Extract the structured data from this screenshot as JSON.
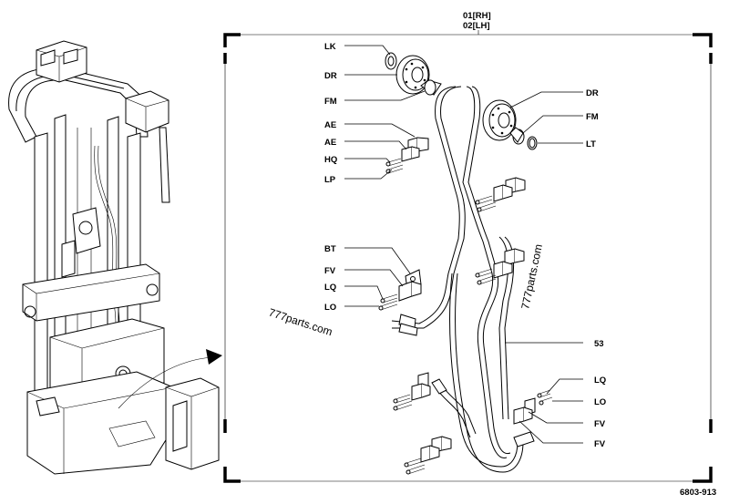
{
  "header": {
    "variant_rh": "01[RH]",
    "variant_lh": "02[LH]"
  },
  "drawing_number": "6803-913",
  "watermarks": [
    "777parts.com",
    "777parts.com"
  ],
  "callouts": {
    "lk": "LK",
    "dr_left": "DR",
    "fm_left": "FM",
    "ae_1": "AE",
    "ae_2": "AE",
    "hq": "HQ",
    "lp": "LP",
    "dr_right": "DR",
    "fm_right": "FM",
    "lt": "LT",
    "bt": "BT",
    "fv_1": "FV",
    "lq_1": "LQ",
    "lo_1": "LO",
    "hose": "53",
    "lq_2": "LQ",
    "lo_2": "LO",
    "fv_2": "FV",
    "fv_3": "FV"
  }
}
